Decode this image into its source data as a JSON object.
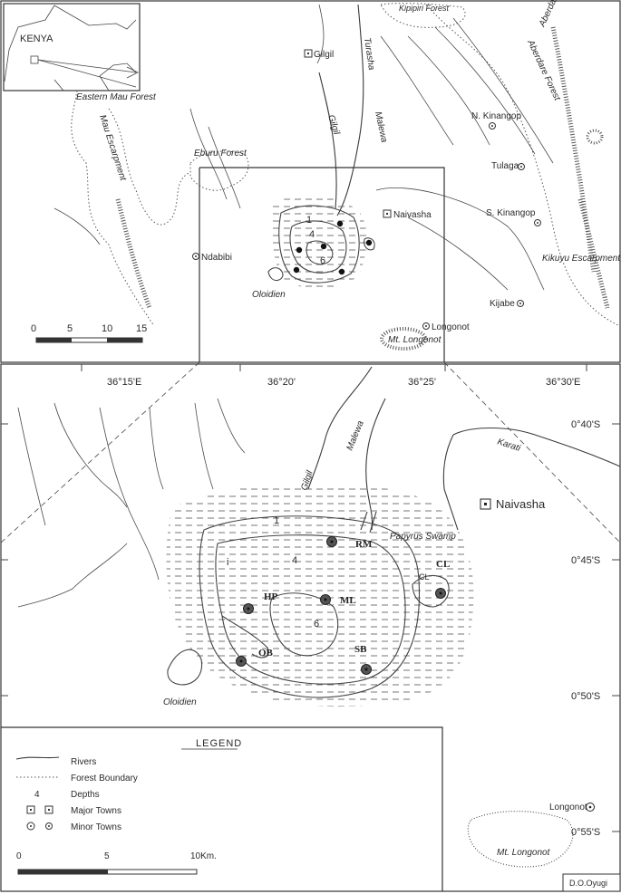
{
  "inset": {
    "country_label": "KENYA",
    "places": {
      "eastern_mau_forest": "Eastern Mau Forest",
      "mau_escarpment": "Mau Escarpment",
      "eburu_forest": "Eburu Forest",
      "gilgil_river": "Gilgil",
      "turasha": "Turasha",
      "malewa": "Malewa",
      "kipipiri_forest": "Kipipiri Forest",
      "aberdare_range": "Aberdare Range",
      "aberdare_forest": "Aberdare Forest",
      "kikuyu_escarpment_forest": "Kikuyu Escarpment Forest",
      "mt_longonot": "Mt. Longonot",
      "oloidien": "Oloidien"
    },
    "towns": {
      "gilgil": "Gilgil",
      "naivasha": "Naivasha",
      "n_kinangop": "N. Kinangop",
      "tulaga": "Tulaga",
      "s_kinangop": "S. Kinangop",
      "ndabibi": "Ndabibi",
      "kijabe": "Kijabe",
      "longonot": "Longonot"
    },
    "depths": [
      "1",
      "4",
      "6"
    ],
    "scale_ticks": [
      "0",
      "5",
      "10",
      "15"
    ]
  },
  "main": {
    "longitudes": [
      "36°15'E",
      "36°20'",
      "36°25'",
      "36°30'E"
    ],
    "latitudes": [
      "0°40'S",
      "0°45'S",
      "0°50'S",
      "0°55'S"
    ],
    "rivers": {
      "gilgil": "Gilgil",
      "malewa": "Malewa",
      "karati": "Karati"
    },
    "towns": {
      "naivasha": "Naivasha",
      "longonot": "Longonot"
    },
    "places": {
      "papyrus_swamp": "Papyrus Swamp",
      "oloidien": "Oloidien",
      "mt_longonot": "Mt. Longonot"
    },
    "depths": [
      "1",
      "4",
      "6"
    ],
    "marks": {
      "i": "i",
      "cl_small": "CL"
    },
    "sites": {
      "rm": "RM",
      "cl": "CL",
      "hp": "HP",
      "ml": "ML",
      "ob": "OB",
      "sb": "SB"
    }
  },
  "legend": {
    "title": "LEGEND",
    "items": {
      "rivers": "Rivers",
      "forest_boundary": "Forest Boundary",
      "depths_symbol": "4",
      "depths": "Depths",
      "major_towns": "Major Towns",
      "minor_towns": "Minor Towns"
    }
  },
  "scale": {
    "ticks": [
      "0",
      "5",
      "10Km."
    ]
  },
  "credit": "D.O.Oyugi",
  "colors": {
    "ink": "#2a2a2a",
    "site_fill": "#555555",
    "oloidien_label": "#4a4a6a"
  }
}
